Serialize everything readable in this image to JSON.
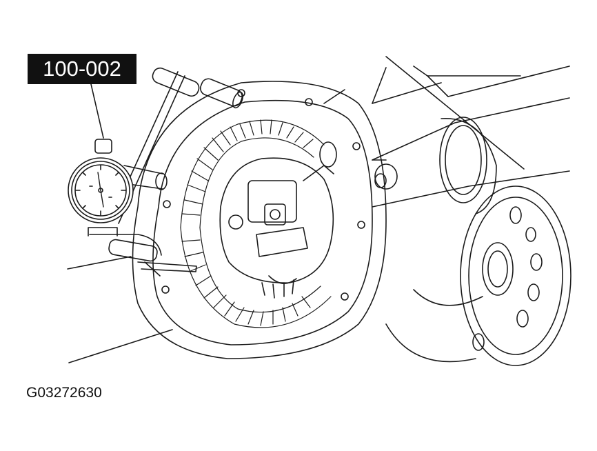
{
  "figure": {
    "tool_number": "100-002",
    "figure_id": "G03272630",
    "parts": [
      "dial-indicator",
      "dial-indicator-mount",
      "differential-housing",
      "ring-gear",
      "axle-flange"
    ]
  },
  "colors": {
    "line": "#1a1a1a",
    "background": "#ffffff",
    "callout_fill": "#111111",
    "callout_text": "#ffffff"
  }
}
